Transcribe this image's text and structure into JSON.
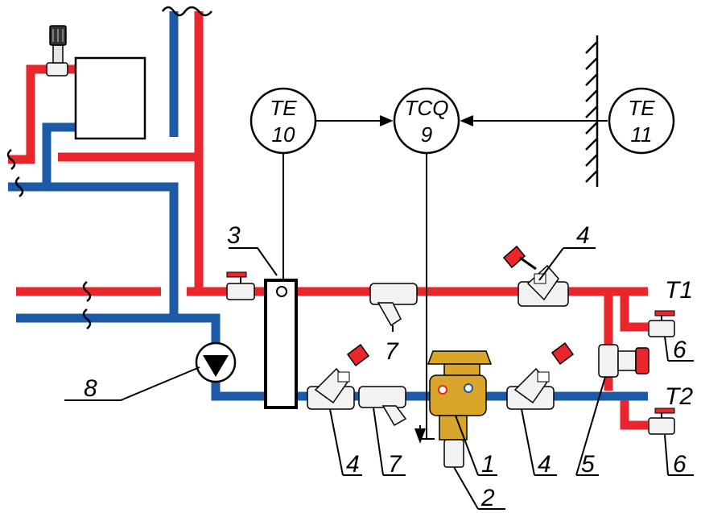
{
  "colors": {
    "supply": "#e8262b",
    "return": "#1c5aa8",
    "valve_body": "#f2f2f2",
    "handle": "#e8262b",
    "brass": "#d9a52a",
    "outline": "#000000"
  },
  "sensors": {
    "te10": {
      "name": "TE",
      "num": "10"
    },
    "tcq9": {
      "name": "TCQ",
      "num": "9"
    },
    "te11": {
      "name": "TE",
      "num": "11"
    }
  },
  "labels": {
    "l3": "3",
    "l4_top": "4",
    "l7_top": "7",
    "l8": "8",
    "l4_a": "4",
    "l7_b": "7",
    "l1": "1",
    "l2": "2",
    "l4_c": "4",
    "l5": "5",
    "l6_top": "6",
    "l6_bot": "6",
    "t1": "T1",
    "t2": "T2"
  }
}
